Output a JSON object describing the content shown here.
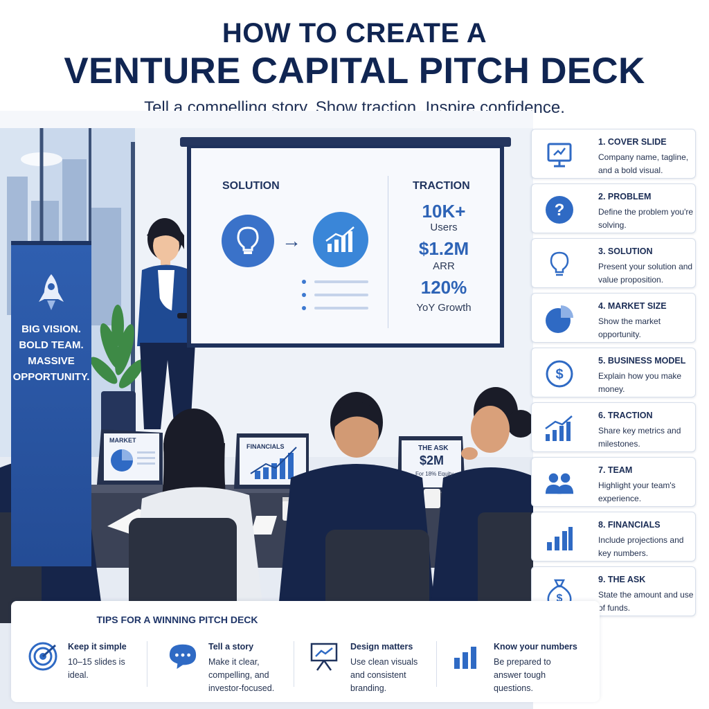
{
  "header": {
    "title_line1": "HOW TO CREATE A",
    "title_line2": "VENTURE CAPITAL PITCH DECK",
    "subtitle": "Tell a compelling story. Show traction. Inspire confidence."
  },
  "screen": {
    "solution_label": "SOLUTION",
    "traction_label": "TRACTION",
    "metrics": [
      {
        "value": "10K+",
        "label": "Users"
      },
      {
        "value": "$1.2M",
        "label": "ARR"
      },
      {
        "value": "120%",
        "label": "YoY Growth"
      }
    ]
  },
  "banner": {
    "lines": [
      "BIG VISION.",
      "BOLD TEAM.",
      "MASSIVE",
      "OPPORTUNITY."
    ]
  },
  "laptops": {
    "market": "MARKET",
    "financials": "FINANCIALS",
    "the_ask": "THE ASK",
    "ask_amount": "$2M",
    "ask_terms": "For 18% Equity"
  },
  "steps": [
    {
      "title": "1. COVER SLIDE",
      "desc": "Company name, tagline, and a bold visual.",
      "icon": "presentation-icon"
    },
    {
      "title": "2. PROBLEM",
      "desc": "Define the problem you're solving.",
      "icon": "question-icon"
    },
    {
      "title": "3. SOLUTION",
      "desc": "Present your solution and value proposition.",
      "icon": "lightbulb-icon"
    },
    {
      "title": "4. MARKET SIZE",
      "desc": "Show the market opportunity.",
      "icon": "pie-chart-icon"
    },
    {
      "title": "5. BUSINESS MODEL",
      "desc": "Explain how you make money.",
      "icon": "dollar-icon"
    },
    {
      "title": "6. TRACTION",
      "desc": "Share key metrics and milestones.",
      "icon": "growth-chart-icon"
    },
    {
      "title": "7. TEAM",
      "desc": "Highlight your team's experience.",
      "icon": "team-icon"
    },
    {
      "title": "8. FINANCIALS",
      "desc": "Include projections and key numbers.",
      "icon": "bar-chart-icon"
    },
    {
      "title": "9. THE ASK",
      "desc": "State the amount and use of funds.",
      "icon": "money-bag-icon"
    }
  ],
  "tips": {
    "heading": "TIPS FOR A WINNING PITCH DECK",
    "items": [
      {
        "title": "Keep it simple",
        "desc": "10–15 slides is ideal.",
        "icon": "target-icon"
      },
      {
        "title": "Tell a story",
        "desc": "Make it clear, compelling, and investor-focused.",
        "icon": "chat-bubble-icon"
      },
      {
        "title": "Design matters",
        "desc": "Use clean visuals and consistent branding.",
        "icon": "easel-icon"
      },
      {
        "title": "Know your numbers",
        "desc": "Be prepared to answer tough questions.",
        "icon": "bar-chart-icon"
      }
    ]
  },
  "colors": {
    "navy": "#102552",
    "accent_blue": "#2f6ac4",
    "light_blue": "#dbe6f6"
  }
}
